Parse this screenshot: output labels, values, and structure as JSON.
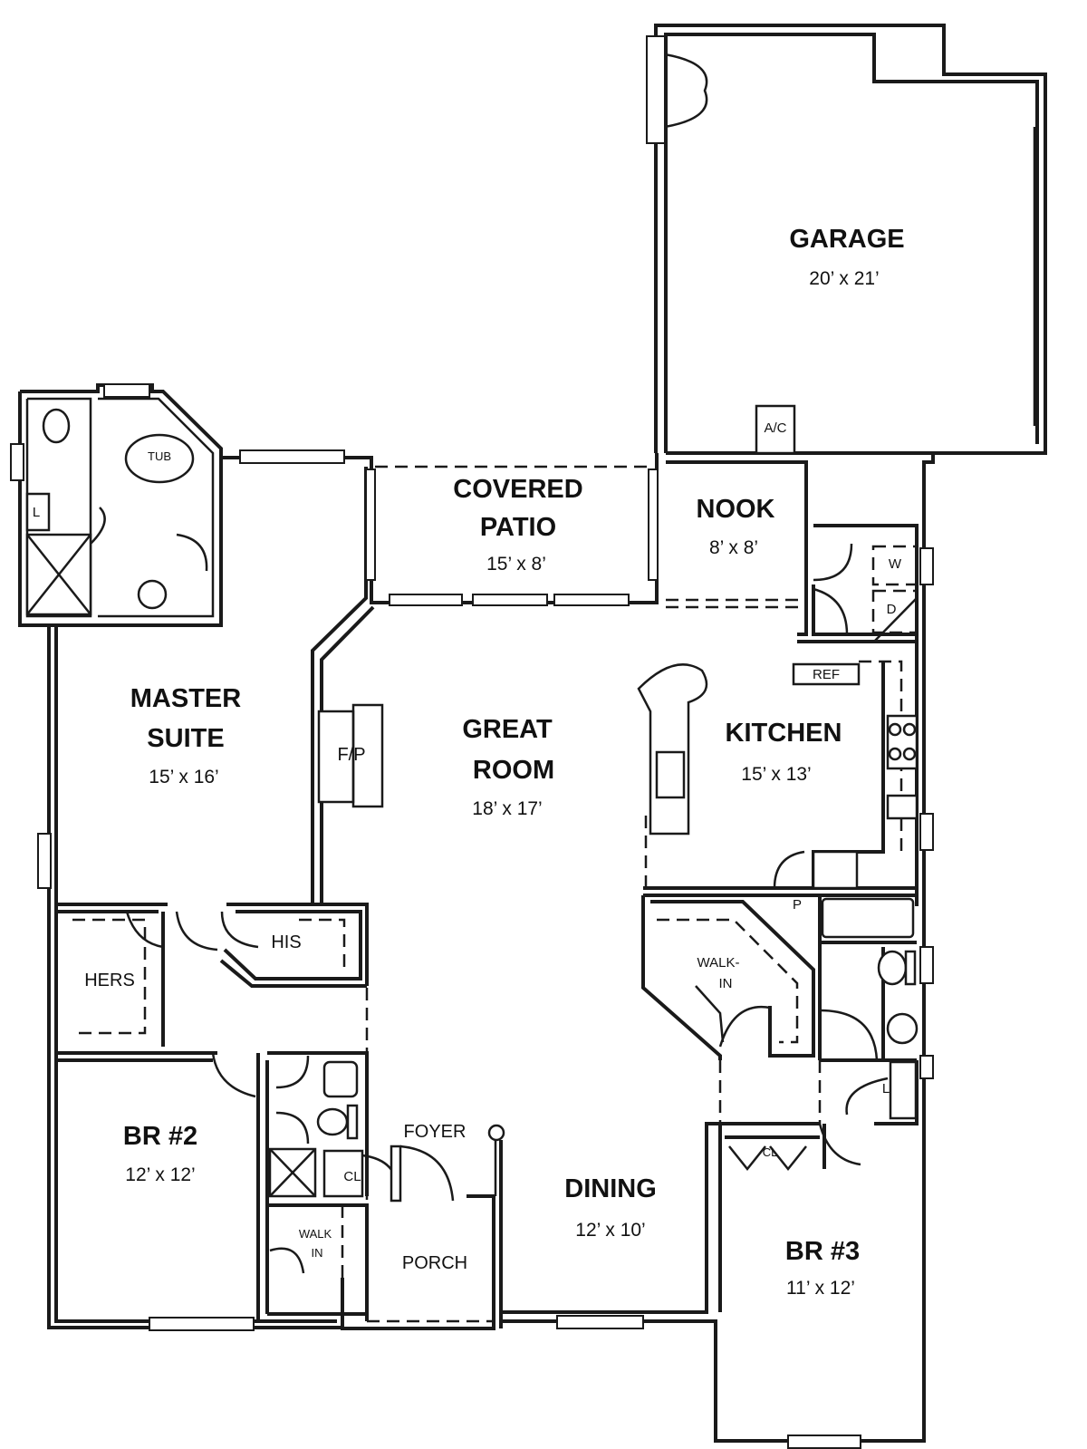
{
  "rooms": {
    "garage": {
      "name": "GARAGE",
      "dim": "20’ x 21’"
    },
    "covered_patio": {
      "name_line1": "COVERED",
      "name_line2": "PATIO",
      "dim": "15’ x 8’"
    },
    "nook": {
      "name": "NOOK",
      "dim": "8’ x 8’"
    },
    "master_suite": {
      "name_line1": "MASTER",
      "name_line2": "SUITE",
      "dim": "15’ x 16’"
    },
    "great_room": {
      "name_line1": "GREAT",
      "name_line2": "ROOM",
      "dim": "18’ x 17’"
    },
    "kitchen": {
      "name": "KITCHEN",
      "dim": "15’ x 13’"
    },
    "br2": {
      "name": "BR #2",
      "dim": "12’ x 12’"
    },
    "br3": {
      "name": "BR #3",
      "dim": "11’ x 12’"
    },
    "dining": {
      "name": "DINING",
      "dim": "12’ x 10’"
    }
  },
  "spaces": {
    "hers": "HERS",
    "his": "HIS",
    "foyer": "FOYER",
    "porch": "PORCH",
    "walk_in_kitchen_line1": "WALK-",
    "walk_in_kitchen_line2": "IN",
    "walk_in_br2_line1": "WALK",
    "walk_in_br2_line2": "IN",
    "cl_foyer": "CL",
    "cl_br3": "CL"
  },
  "fixtures": {
    "tub": "TUB",
    "ac": "A/C",
    "fireplace": "F/P",
    "ref": "REF",
    "washer": "W",
    "dryer": "D",
    "pantry": "P",
    "linen_master": "L",
    "linen_hall": "L"
  }
}
